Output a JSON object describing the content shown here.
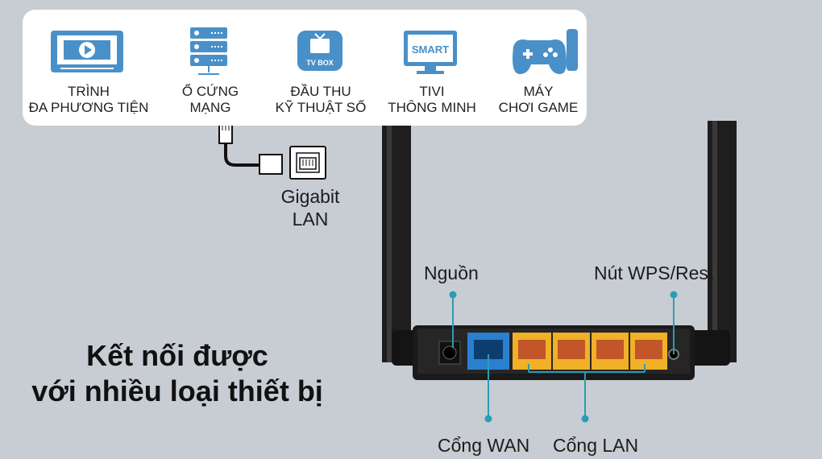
{
  "devices": [
    {
      "icon": "media-player-icon",
      "label": "TRÌNH\nĐA PHƯƠNG TIỆN"
    },
    {
      "icon": "network-storage-icon",
      "label": "Ổ CỨNG\nMẠNG"
    },
    {
      "icon": "tv-box-icon",
      "label": "ĐẦU THU\nKỸ THUẬT SỐ",
      "badge": "TV BOX"
    },
    {
      "icon": "smart-tv-icon",
      "label": "TIVI\nTHÔNG MINH",
      "badge": "SMART"
    },
    {
      "icon": "game-console-icon",
      "label": "MÁY\nCHƠI GAME"
    }
  ],
  "connection": {
    "label": "Gigabit\nLAN"
  },
  "router": {
    "power_label": "Nguồn",
    "wps_label": "Nút WPS/Rest",
    "wan_label": "Cổng WAN",
    "lan_label": "Cổng LAN"
  },
  "headline": "Kết nối được\nvới nhiều loại thiết bị",
  "colors": {
    "background": "#c8cdd3",
    "icon_blue": "#4a90c8",
    "wan_port": "#2b7fcf",
    "lan_port": "#f0b127",
    "pointer_teal": "#2a9db4"
  }
}
